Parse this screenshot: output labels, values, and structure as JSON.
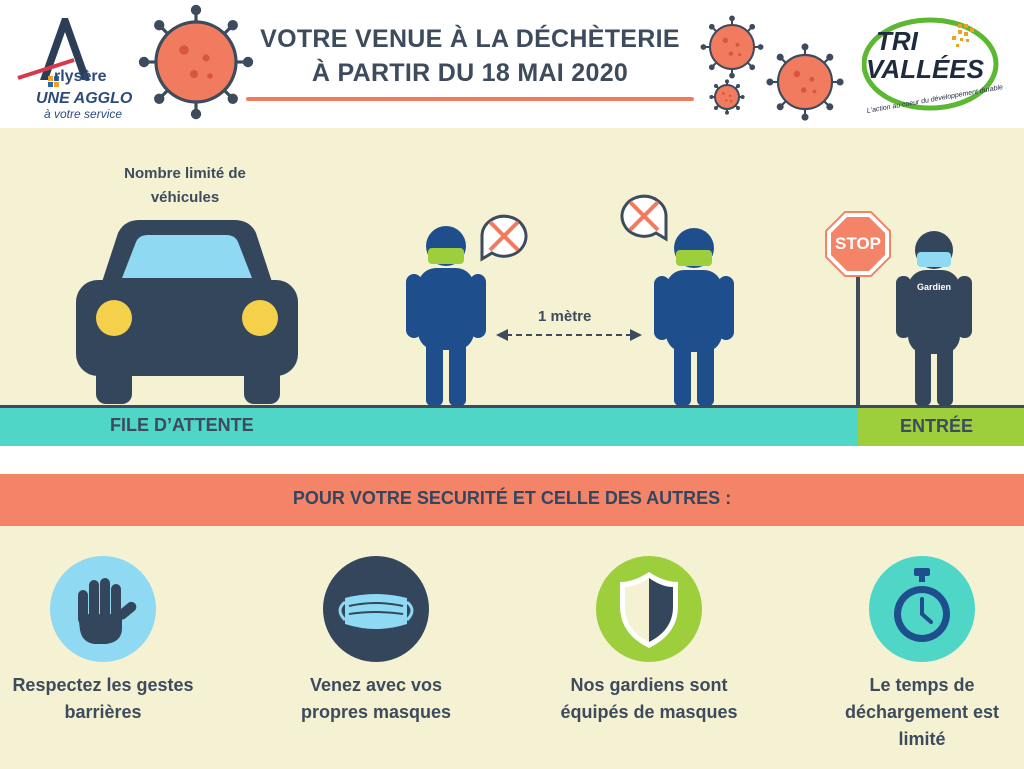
{
  "header": {
    "title_line1": "VOTRE VENUE À LA DÉCHÈTERIE",
    "title_line2": "À PARTIR DU 18 MAI 2020"
  },
  "logo_left": {
    "brand": "rlysère",
    "line1": "UNE AGGLO",
    "line2": "à votre service"
  },
  "logo_right": {
    "line1": "TRI",
    "line2": "VALLÉES",
    "tagline": "L'action au coeur du développement durable"
  },
  "scene": {
    "vehicles_label": "Nombre limité de véhicules",
    "distance_label": "1 mètre",
    "stop_label": "STOP",
    "guard_label": "Gardien",
    "queue_label": "FILE D’ATTENTE",
    "entry_label": "ENTRÉE"
  },
  "banner": {
    "text": "POUR VOTRE SECURITÉ ET CELLE DES AUTRES :"
  },
  "tips": [
    {
      "icon": "hand-icon",
      "label": "Respectez les gestes barrières"
    },
    {
      "icon": "mask-icon",
      "label": "Venez avec vos propres masques"
    },
    {
      "icon": "shield-icon",
      "label": "Nos gardiens sont équipés de masques"
    },
    {
      "icon": "stopwatch-icon",
      "label": "Le temps de déchargement est limité"
    }
  ],
  "colors": {
    "navy": "#3d4b5c",
    "cream": "#f5f2d4",
    "teal": "#4fd6c6",
    "green": "#9dcf3c",
    "coral": "#f48468",
    "person_blue": "#1f4e8c",
    "virus": "#f07b5f"
  }
}
